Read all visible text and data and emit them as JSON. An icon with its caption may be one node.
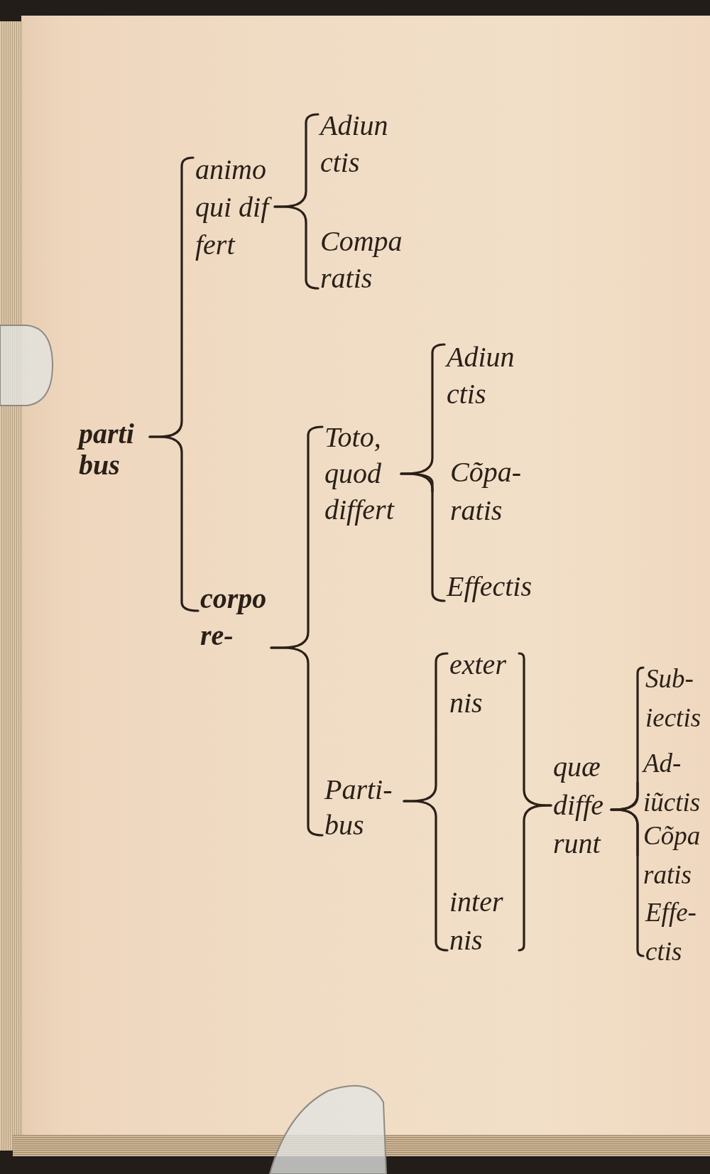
{
  "diagram": {
    "nodes": [
      {
        "text": [
          "parti bus"
        ]
      },
      {
        "text": [
          "animo qui dif fert"
        ]
      },
      {
        "text": [
          "Adiun ctis"
        ]
      },
      {
        "text": [
          "Compa ratis"
        ]
      },
      {
        "text": [
          "corpo re-"
        ]
      },
      {
        "text": [
          "Toto, quod differt"
        ]
      },
      {
        "text": [
          "Adiun ctis"
        ]
      },
      {
        "text": [
          "Cõpa- ratis"
        ]
      },
      {
        "text": [
          "Effectis"
        ]
      },
      {
        "text": [
          "Parti- bus"
        ]
      },
      {
        "text": [
          "exter nis"
        ]
      },
      {
        "text": [
          "inter nis"
        ]
      },
      {
        "text": [
          "quæ diffe runt"
        ]
      },
      {
        "text": [
          "Sub- iectis"
        ]
      },
      {
        "text": [
          "Ad- iũctis"
        ]
      },
      {
        "text": [
          "Cõpa ratis"
        ]
      },
      {
        "text": [
          "Effe- ctis"
        ]
      }
    ],
    "edges": [
      {
        "from": 0,
        "to": 1,
        "arrow": "none"
      },
      {
        "from": 0,
        "to": 4,
        "arrow": "none"
      },
      {
        "from": 1,
        "to": 2,
        "arrow": "none"
      },
      {
        "from": 1,
        "to": 3,
        "arrow": "none"
      },
      {
        "from": 4,
        "to": 5,
        "arrow": "none"
      },
      {
        "from": 4,
        "to": 9,
        "arrow": "none"
      },
      {
        "from": 5,
        "to": 6,
        "arrow": "none"
      },
      {
        "from": 5,
        "to": 7,
        "arrow": "none"
      },
      {
        "from": 5,
        "to": 8,
        "arrow": "none"
      },
      {
        "from": 9,
        "to": 10,
        "arrow": "none"
      },
      {
        "from": 9,
        "to": 11,
        "arrow": "none"
      },
      {
        "from": 10,
        "to": 12,
        "arrow": "none"
      },
      {
        "from": 11,
        "to": 12,
        "arrow": "none"
      },
      {
        "from": 12,
        "to": 13,
        "arrow": "none"
      },
      {
        "from": 12,
        "to": 14,
        "arrow": "none"
      },
      {
        "from": 12,
        "to": 15,
        "arrow": "none"
      },
      {
        "from": 12,
        "to": 16,
        "arrow": "none"
      }
    ]
  }
}
